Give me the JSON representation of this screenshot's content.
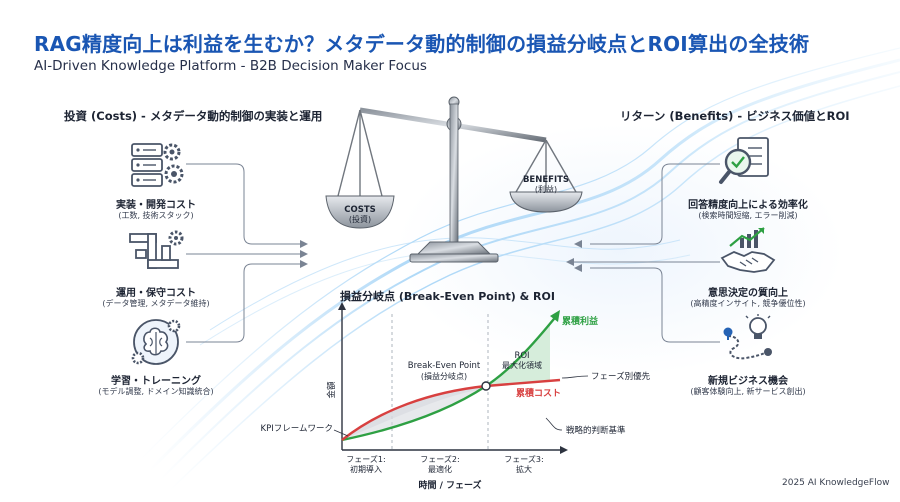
{
  "header": {
    "title": "RAG精度向上は利益を生むか？メタデータ動的制御の損益分岐点とROI算出の全技術",
    "subtitle": "AI-Driven Knowledge Platform - B2B Decision Maker Focus"
  },
  "costs": {
    "heading": "投資 (Costs) - メタデータ動的制御の実装と運用",
    "items": [
      {
        "label": "実装・開発コスト",
        "sub": "(工数, 技術スタック)",
        "icon": "server-gears-icon"
      },
      {
        "label": "運用・保守コスト",
        "sub": "(データ管理, メタデータ維持)",
        "icon": "pipes-gear-icon"
      },
      {
        "label": "学習・トレーニング",
        "sub": "(モデル調整, ドメイン知識統合)",
        "icon": "brain-gears-icon"
      }
    ]
  },
  "benefits": {
    "heading": "リターン (Benefits) - ビジネス価値とROI",
    "items": [
      {
        "label": "回答精度向上による効率化",
        "sub": "(検索時間短縮, エラー削減)",
        "icon": "magnifier-checklist-icon"
      },
      {
        "label": "意思決定の質向上",
        "sub": "(高精度インサイト, 競争優位性)",
        "icon": "handshake-chart-icon"
      },
      {
        "label": "新規ビジネス機会",
        "sub": "(顧客体験向上, 新サービス創出)",
        "icon": "idea-path-icon"
      }
    ]
  },
  "scale": {
    "costs_label": "COSTS",
    "costs_sub": "(投資)",
    "benefits_label": "BENEFITS",
    "benefits_sub": "(利益)"
  },
  "graph": {
    "heading": "損益分岐点 (Break-Even Point) & ROI",
    "y_axis_label": "金額",
    "x_axis_label": "時間 / フェーズ",
    "benefit_curve_label": "累積利益",
    "cost_curve_label": "累積コスト",
    "bep_label": "Break-Even Point",
    "bep_sub": "(損益分岐点)",
    "roi_label": "ROI",
    "roi_sub": "最大化領域",
    "kpi_label": "KPIフレームワーク",
    "priority_label": "フェーズ別優先順位",
    "strategy_label": "戦略的判断基準",
    "phases": [
      {
        "label": "フェーズ1:",
        "sub": "初期導入"
      },
      {
        "label": "フェーズ2:",
        "sub": "最適化"
      },
      {
        "label": "フェーズ3:",
        "sub": "拡大"
      }
    ],
    "colors": {
      "benefit": "#2ea043",
      "cost": "#d84040"
    }
  },
  "footer": {
    "credit": "2025 AI KnowledgeFlow"
  }
}
